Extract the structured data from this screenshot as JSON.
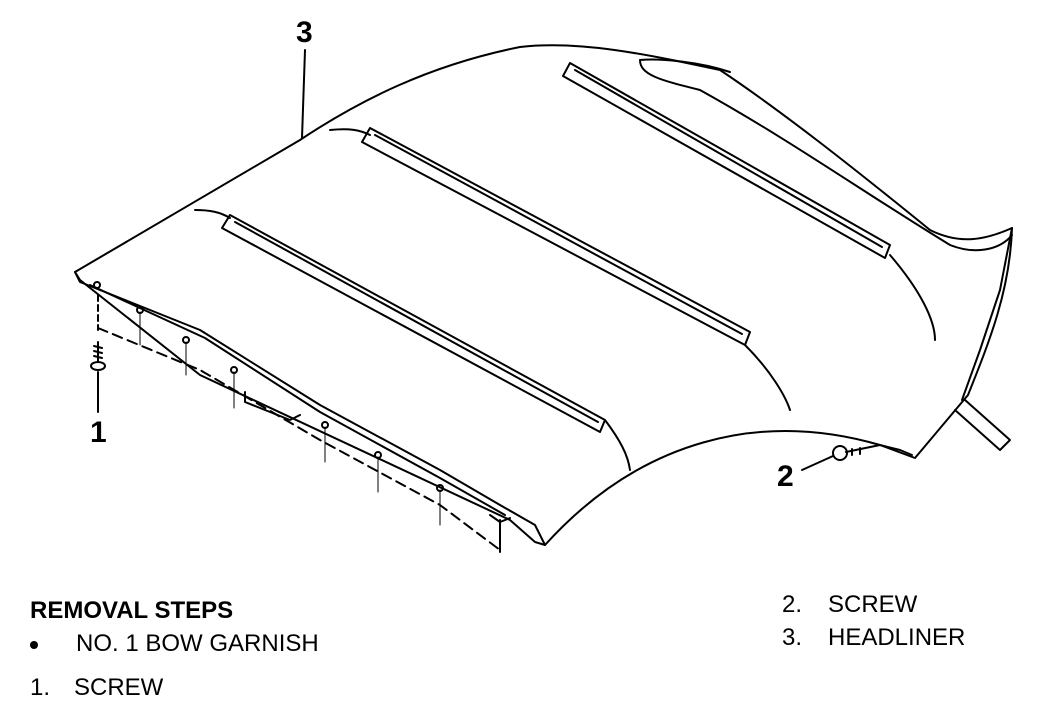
{
  "callouts": {
    "c1": "1",
    "c2": "2",
    "c3": "3"
  },
  "legend": {
    "title": "REMOVAL STEPS",
    "bullet_item": "NO. 1 BOW GARNISH",
    "items": [
      {
        "num": "1.",
        "label": "SCREW"
      },
      {
        "num": "2.",
        "label": "SCREW"
      },
      {
        "num": "3.",
        "label": "HEADLINER"
      }
    ]
  }
}
